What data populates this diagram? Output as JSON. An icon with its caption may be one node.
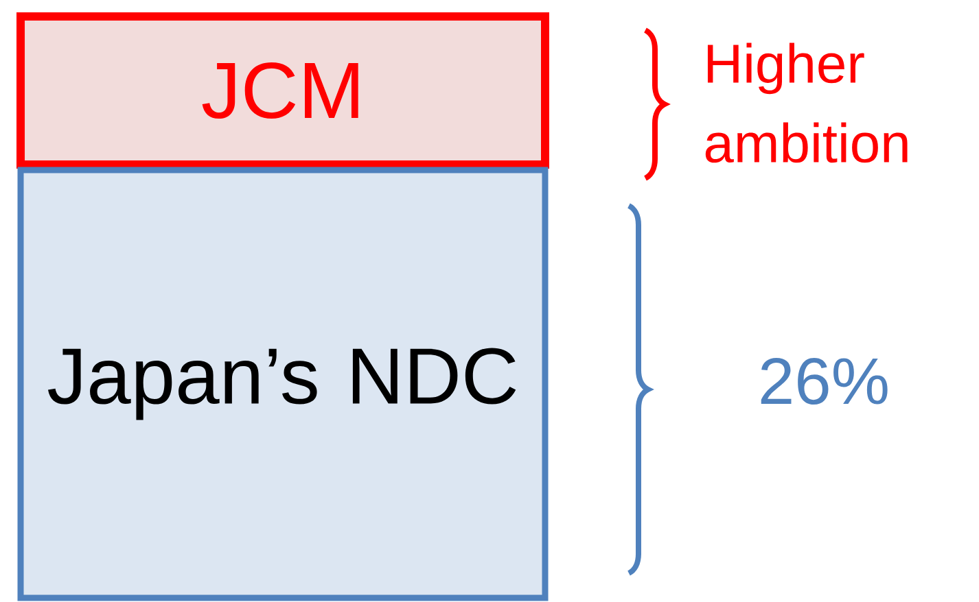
{
  "diagram": {
    "nodes": [
      {
        "text": [
          "JCM"
        ],
        "beside": [
          "Higher ambition"
        ]
      },
      {
        "text": [
          "Japan’s NDC"
        ],
        "beside": [
          "26%"
        ]
      }
    ]
  }
}
